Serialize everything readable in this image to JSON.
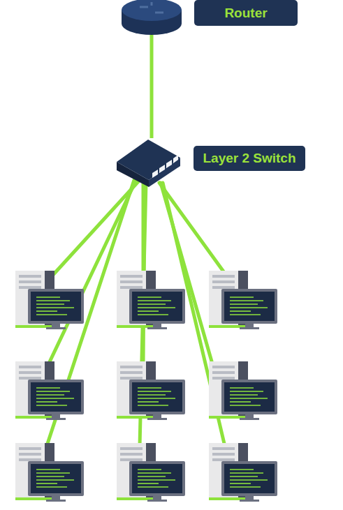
{
  "diagram": {
    "nodes": [
      {
        "text": [
          "Router"
        ]
      },
      {
        "text": [
          "Layer 2 Switch"
        ]
      }
    ],
    "edges": [
      {
        "from": 0,
        "to": 1,
        "arrow": "none"
      }
    ]
  }
}
